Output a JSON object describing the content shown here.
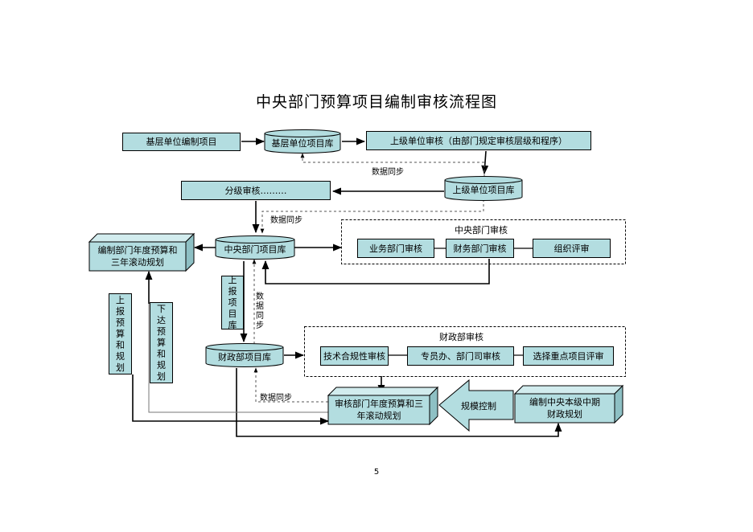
{
  "title": "中央部门预算项目编制审核流程图",
  "page_number": "5",
  "colors": {
    "box_fill": "#b3dde0",
    "box_shade": "#8ec0c4",
    "line": "#000000",
    "dashed_line": "#555555"
  },
  "nodes": {
    "base_unit_prepare": "基层单位编制项目",
    "base_unit_db": "基层单位项目库",
    "upper_unit_review": "上级单位审核（由部门规定审核层级和程序）",
    "upper_unit_db": "上级单位项目库",
    "tiered_review": "分级审核………",
    "central_dept_db": "中央部门项目库",
    "dept_budget_plan": "编制部门年度预算和\n三年滚动规划",
    "central_review_title": "中央部门审核",
    "business_dept_review": "业务部门审核",
    "finance_dept_review": "财务部门审核",
    "organize_evaluation": "组织评审",
    "report_projects": "上报项目库",
    "report_budget_plan": "上报预算和规划",
    "issue_budget_plan": "下达预算和规划",
    "mof_db": "财政部项目库",
    "mof_review_title": "财政部审核",
    "technical_compliance_review": "技术合规性审核",
    "special_office_review": "专员办、部门司审核",
    "key_project_evaluation": "选择重点项目评审",
    "review_dept_plan": "审核部门年度预算和三\n年滚动规划",
    "scale_control": "规模控制",
    "central_midterm_plan": "编制中央本级中期\n财政规划"
  },
  "labels": {
    "data_sync_1": "数据同步",
    "data_sync_2": "数据同步",
    "data_sync_3": "数据同步",
    "data_sync_4": "数据同步"
  }
}
